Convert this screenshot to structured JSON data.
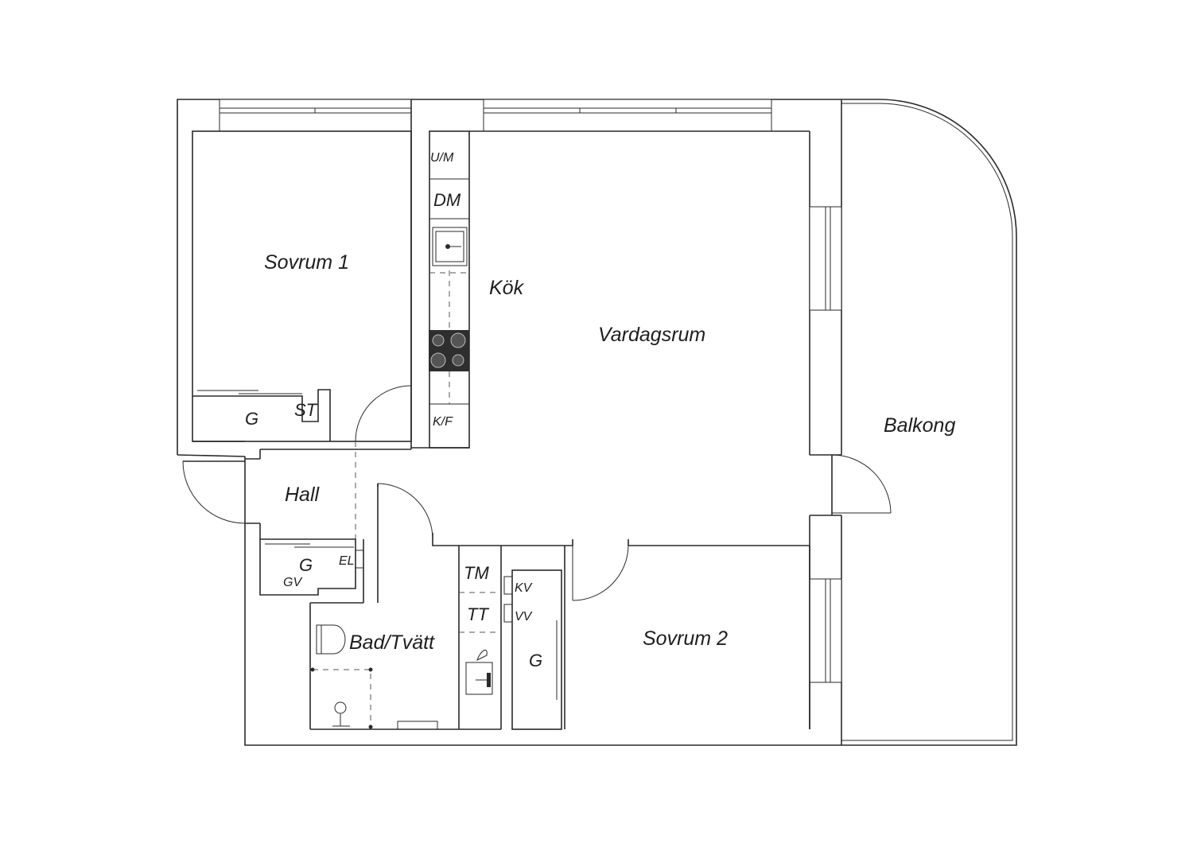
{
  "floorplan": {
    "rooms": {
      "sovrum1": "Sovrum 1",
      "kok": "Kök",
      "vardagsrum": "Vardagsrum",
      "balkong": "Balkong",
      "hall": "Hall",
      "bad_tvatt": "Bad/Tvätt",
      "sovrum2": "Sovrum 2"
    },
    "fixtures": {
      "um": "U/M",
      "dm": "DM",
      "kf": "K/F",
      "g_sovrum1": "G",
      "st": "ST",
      "g_hall": "G",
      "el": "EL",
      "gv": "GV",
      "tm": "TM",
      "tt": "TT",
      "kv": "KV",
      "vv": "VV",
      "g_closet": "G"
    }
  }
}
